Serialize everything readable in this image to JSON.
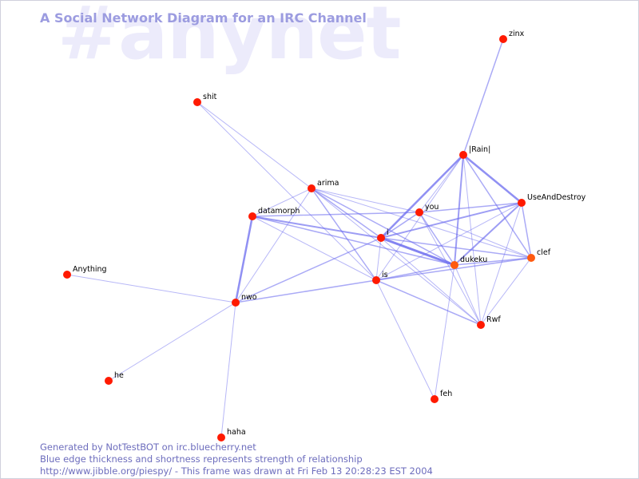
{
  "watermark": "#anynet",
  "title": "A Social Network Diagram for an IRC Channel",
  "footer": {
    "line1": "Generated by NotTestBOT on irc.bluecherry.net",
    "line2": "Blue edge thickness and shortness represents strength of relationship",
    "line3": "http://www.jibble.org/piespy/ - This frame was drawn at Fri Feb 13 20:28:23 EST 2004"
  },
  "colors": {
    "background": "#ffffff",
    "node": "#ff1a00",
    "node_active": "#ff5a10",
    "edge": "#6666ee",
    "title": "#9c9ce0",
    "watermark": "#ecebfb",
    "footer": "#6d6dbd"
  },
  "nodes": [
    {
      "id": "zinx",
      "label": "zinx"
    },
    {
      "id": "shit",
      "label": "shit"
    },
    {
      "id": "rain",
      "label": "|Rain|"
    },
    {
      "id": "arima",
      "label": "arima"
    },
    {
      "id": "useanddestroy",
      "label": "UseAndDestroy"
    },
    {
      "id": "you",
      "label": "you"
    },
    {
      "id": "datamorph",
      "label": "datamorph"
    },
    {
      "id": "i",
      "label": "i"
    },
    {
      "id": "clef",
      "label": "clef",
      "active": true
    },
    {
      "id": "dukeku",
      "label": "dukeku",
      "active": true
    },
    {
      "id": "anything",
      "label": "Anything"
    },
    {
      "id": "is",
      "label": "is"
    },
    {
      "id": "nwo",
      "label": "nwo"
    },
    {
      "id": "rwf",
      "label": "Rwf"
    },
    {
      "id": "he",
      "label": "he"
    },
    {
      "id": "feh",
      "label": "feh"
    },
    {
      "id": "haha",
      "label": "haha"
    }
  ],
  "edges": [
    {
      "from": "zinx",
      "to": "rain",
      "strength": 1.5
    },
    {
      "from": "shit",
      "to": "arima",
      "strength": 1
    },
    {
      "from": "shit",
      "to": "is",
      "strength": 1
    },
    {
      "from": "rain",
      "to": "useanddestroy",
      "strength": 2.5
    },
    {
      "from": "rain",
      "to": "i",
      "strength": 2.5
    },
    {
      "from": "rain",
      "to": "dukeku",
      "strength": 2
    },
    {
      "from": "rain",
      "to": "clef",
      "strength": 1.5
    },
    {
      "from": "rain",
      "to": "you",
      "strength": 1
    },
    {
      "from": "rain",
      "to": "is",
      "strength": 1
    },
    {
      "from": "rain",
      "to": "rwf",
      "strength": 1
    },
    {
      "from": "useanddestroy",
      "to": "i",
      "strength": 2
    },
    {
      "from": "useanddestroy",
      "to": "dukeku",
      "strength": 2
    },
    {
      "from": "useanddestroy",
      "to": "clef",
      "strength": 1.5
    },
    {
      "from": "useanddestroy",
      "to": "you",
      "strength": 1.5
    },
    {
      "from": "useanddestroy",
      "to": "is",
      "strength": 1
    },
    {
      "from": "useanddestroy",
      "to": "rwf",
      "strength": 1
    },
    {
      "from": "arima",
      "to": "datamorph",
      "strength": 1
    },
    {
      "from": "arima",
      "to": "i",
      "strength": 1.5
    },
    {
      "from": "arima",
      "to": "is",
      "strength": 1.5
    },
    {
      "from": "arima",
      "to": "dukeku",
      "strength": 1.5
    },
    {
      "from": "arima",
      "to": "you",
      "strength": 1
    },
    {
      "from": "arima",
      "to": "nwo",
      "strength": 1
    },
    {
      "from": "arima",
      "to": "clef",
      "strength": 1
    },
    {
      "from": "arima",
      "to": "rwf",
      "strength": 1
    },
    {
      "from": "datamorph",
      "to": "i",
      "strength": 2
    },
    {
      "from": "datamorph",
      "to": "you",
      "strength": 1.5
    },
    {
      "from": "datamorph",
      "to": "nwo",
      "strength": 2.5
    },
    {
      "from": "datamorph",
      "to": "dukeku",
      "strength": 1.5
    },
    {
      "from": "datamorph",
      "to": "is",
      "strength": 1
    },
    {
      "from": "you",
      "to": "dukeku",
      "strength": 1.5
    },
    {
      "from": "you",
      "to": "clef",
      "strength": 1
    },
    {
      "from": "you",
      "to": "rwf",
      "strength": 1
    },
    {
      "from": "you",
      "to": "i",
      "strength": 1.5
    },
    {
      "from": "i",
      "to": "dukeku",
      "strength": 3
    },
    {
      "from": "i",
      "to": "clef",
      "strength": 1.5
    },
    {
      "from": "i",
      "to": "nwo",
      "strength": 1.5
    },
    {
      "from": "i",
      "to": "is",
      "strength": 1
    },
    {
      "from": "i",
      "to": "rwf",
      "strength": 1
    },
    {
      "from": "dukeku",
      "to": "clef",
      "strength": 1.5
    },
    {
      "from": "dukeku",
      "to": "is",
      "strength": 1.5
    },
    {
      "from": "dukeku",
      "to": "feh",
      "strength": 1
    },
    {
      "from": "dukeku",
      "to": "rwf",
      "strength": 1
    },
    {
      "from": "is",
      "to": "nwo",
      "strength": 1.5
    },
    {
      "from": "is",
      "to": "clef",
      "strength": 1.5
    },
    {
      "from": "is",
      "to": "rwf",
      "strength": 1.5
    },
    {
      "from": "is",
      "to": "feh",
      "strength": 1
    },
    {
      "from": "clef",
      "to": "rwf",
      "strength": 1
    },
    {
      "from": "anything",
      "to": "nwo",
      "strength": 1
    },
    {
      "from": "nwo",
      "to": "he",
      "strength": 1
    },
    {
      "from": "nwo",
      "to": "haha",
      "strength": 1
    }
  ]
}
